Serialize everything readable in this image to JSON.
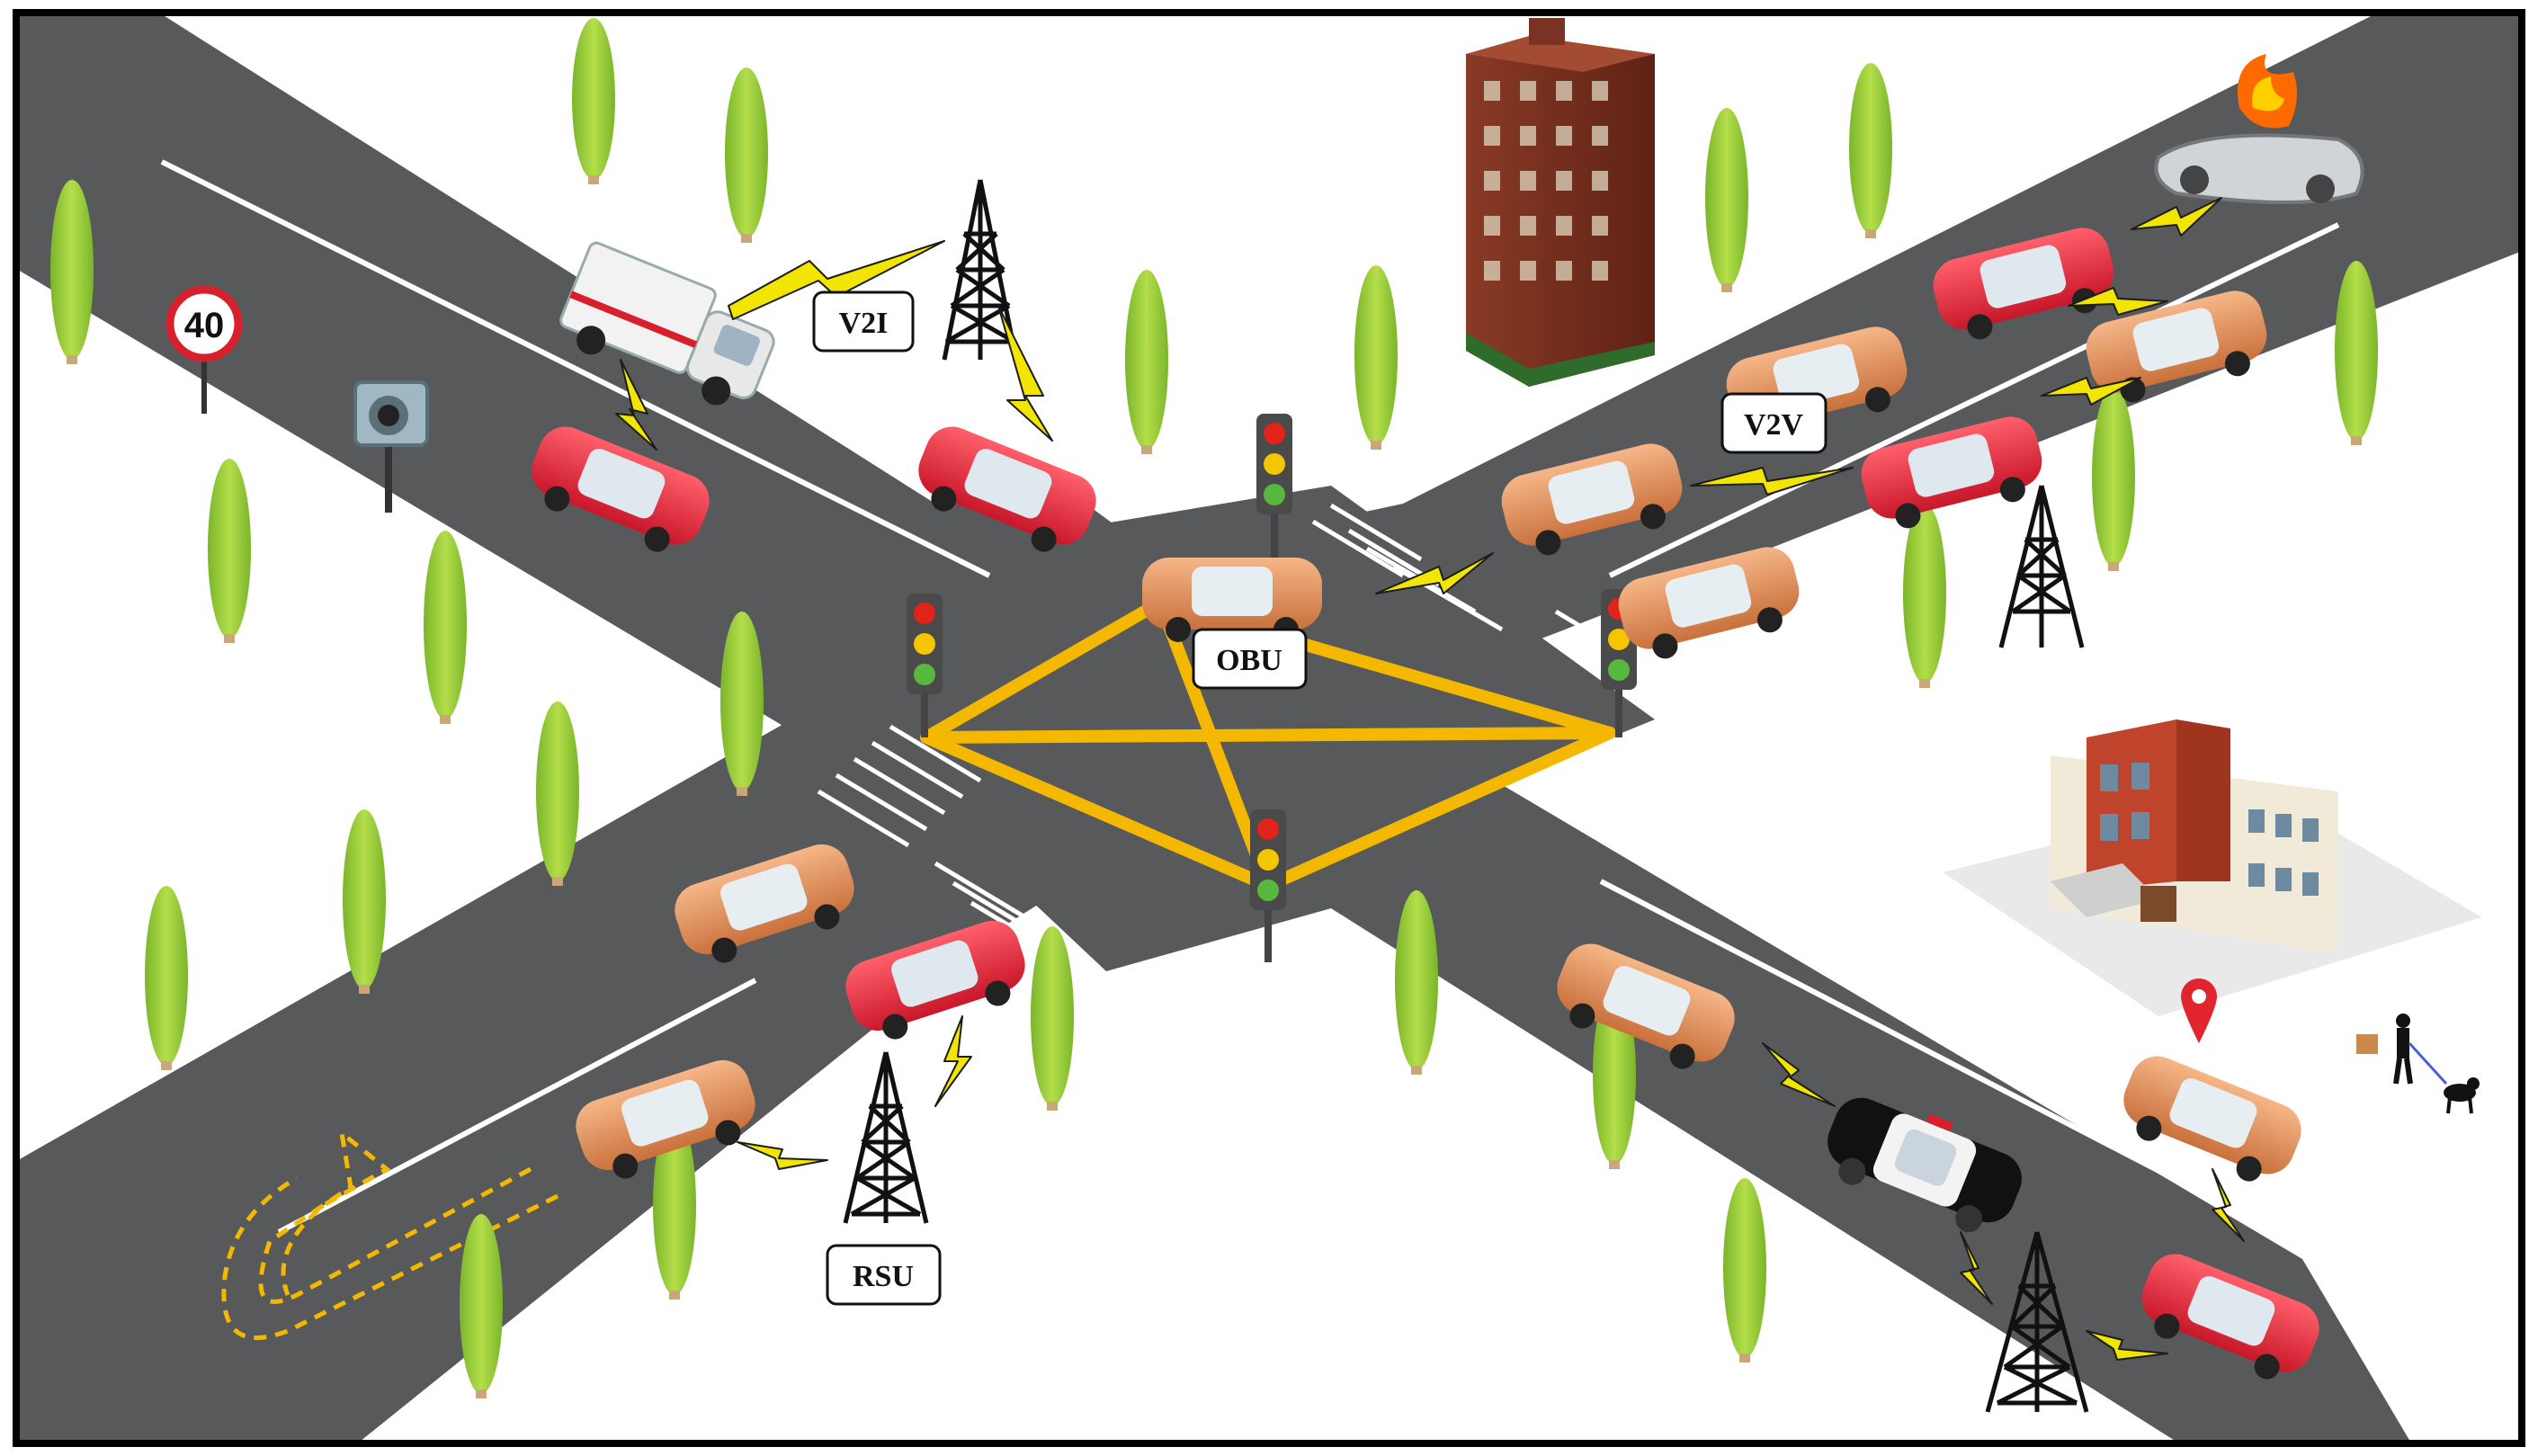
{
  "labels": {
    "v2i": "V2I",
    "v2v": "V2V",
    "obu": "OBU",
    "rsu": "RSU"
  },
  "speed_sign": {
    "value": "40"
  },
  "colors": {
    "road": "#58595b",
    "lane_line": "#ffffff",
    "box_junction": "#f5b800",
    "car_red": "#e8273a",
    "car_orange": "#e8935a",
    "tree": "#9ccc3c",
    "lightning": "#f2e600",
    "border": "#000000"
  },
  "icons": {
    "tower": "radio-tower-icon",
    "traffic_light": "traffic-light-icon",
    "camera": "speed-camera-icon",
    "ambulance": "ambulance-icon",
    "police_car": "police-car-icon",
    "building": "tower-building-icon",
    "hospital": "hospital-building-icon",
    "crash": "crashed-car-fire-icon",
    "location_pin": "location-pin-icon",
    "pedestrian": "pedestrian-with-dog-icon",
    "u_turn": "u-turn-arrow-icon"
  }
}
